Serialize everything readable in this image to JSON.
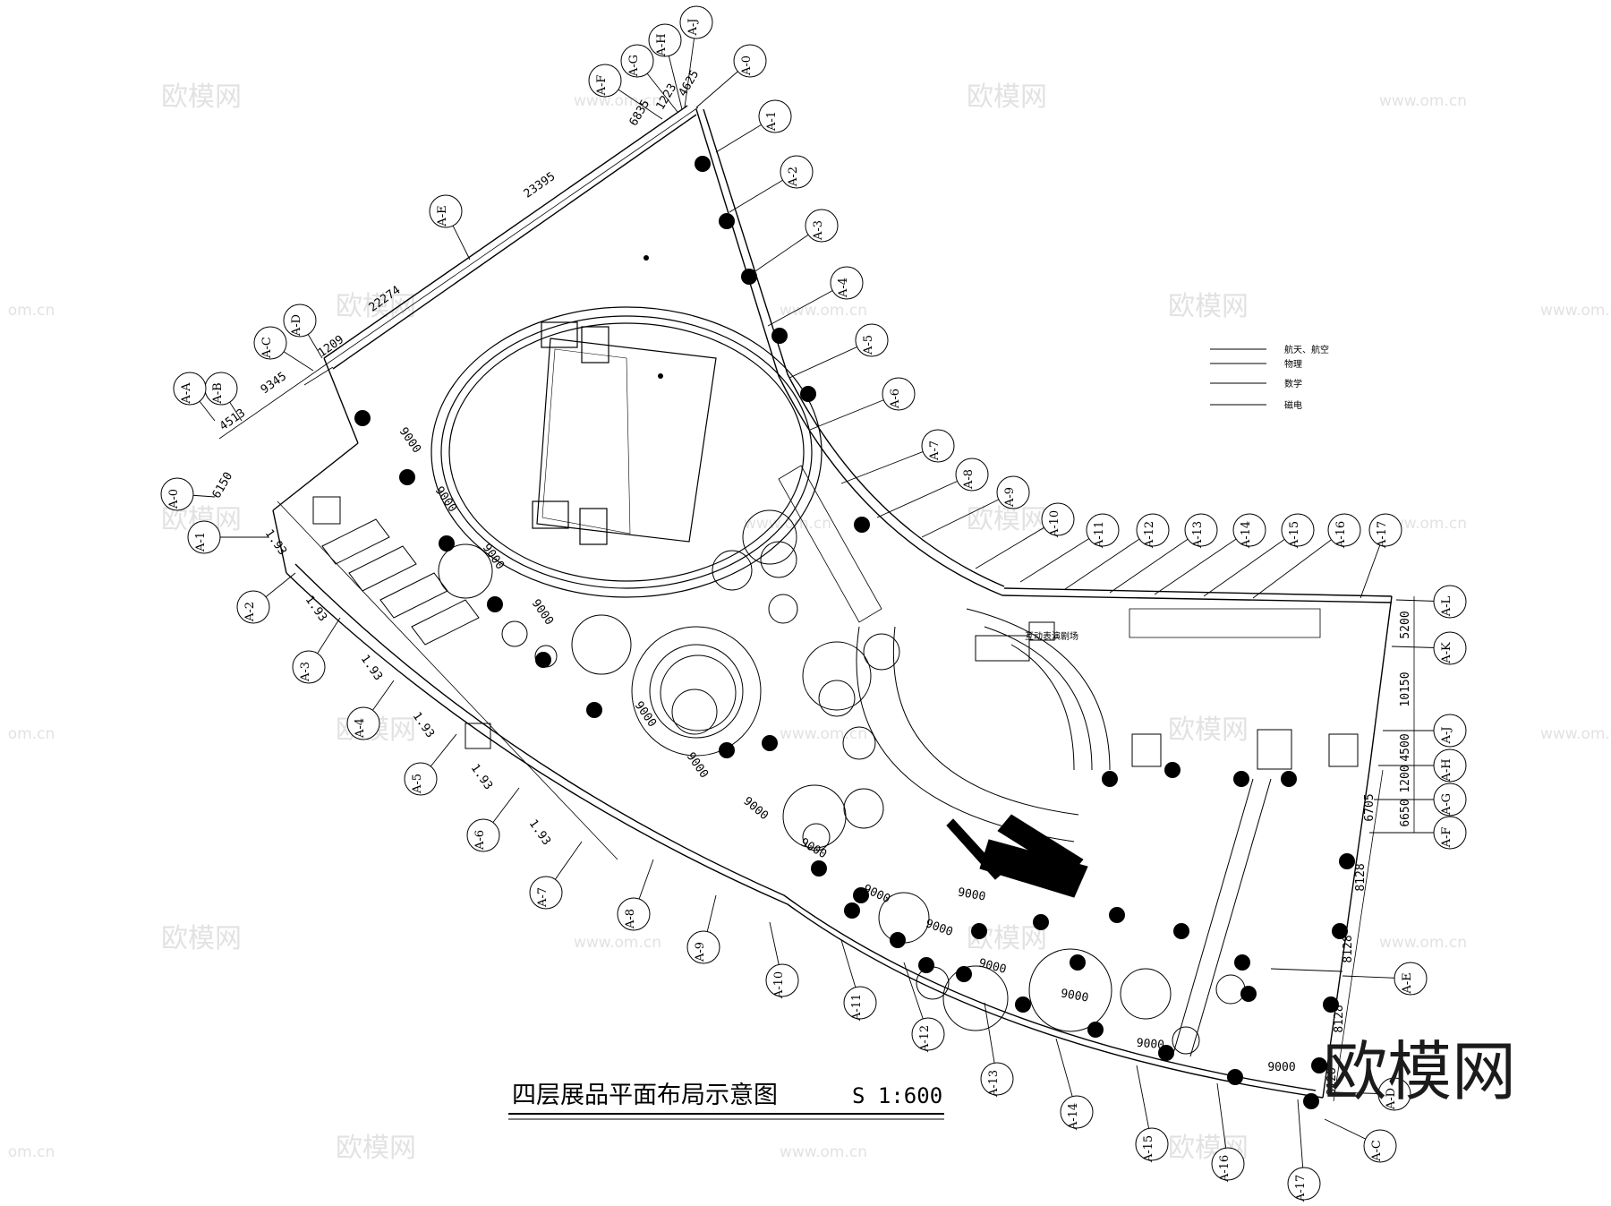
{
  "title": "四层展品平面布局示意图",
  "scale": "S 1:600",
  "brand_watermark": "欧模网",
  "watermark_text": "欧模网",
  "watermark_url": "www.om.cn",
  "watermark_url_cut": "om.cn",
  "legend": [
    {
      "label": "航天、航空"
    },
    {
      "label": "物理"
    },
    {
      "label": "数学"
    },
    {
      "label": "磁电"
    }
  ],
  "theater_label": "互动表演剧场",
  "dimensions": {
    "d_6835": "6835",
    "d_1223": "1223",
    "d_4625": "4625",
    "d_23395": "23395",
    "d_22274": "22274",
    "d_1209": "1209",
    "d_9345": "9345",
    "d_4513": "4513",
    "d_6150": "6150",
    "d_193": "1.93",
    "d_9000": "9000",
    "d_5200": "5200",
    "d_10150": "10150",
    "d_4500": "4500",
    "d_1200": "1200",
    "d_6650": "6650",
    "d_6705": "6705",
    "d_8128": "8128"
  },
  "grid_bubbles": {
    "top_letters": [
      "A-J",
      "A-H",
      "A-G",
      "A-F",
      "A-0"
    ],
    "upper_right_numbers": [
      "A-1",
      "A-2",
      "A-3",
      "A-4",
      "A-5",
      "A-6",
      "A-7",
      "A-8",
      "A-9",
      "A-10",
      "A-11",
      "A-12",
      "A-13",
      "A-14",
      "A-15",
      "A-16",
      "A-17"
    ],
    "left_letters": [
      "A-E",
      "A-D",
      "A-C",
      "A-B",
      "A-A",
      "A-0"
    ],
    "left_numbers": [
      "A-1",
      "A-2",
      "A-3",
      "A-4",
      "A-5",
      "A-6",
      "A-7",
      "A-8",
      "A-9",
      "A-10",
      "A-11",
      "A-12",
      "A-13",
      "A-14",
      "A-15",
      "A-16",
      "A-17"
    ],
    "right_letters": [
      "A-L",
      "A-K",
      "A-J",
      "A-H",
      "A-G",
      "A-F",
      "A-E",
      "A-D",
      "A-C"
    ]
  },
  "colors": {
    "line": "#000000",
    "watermark": "#e2e2e2",
    "brand": "#1b1b1b",
    "background": "#ffffff"
  }
}
